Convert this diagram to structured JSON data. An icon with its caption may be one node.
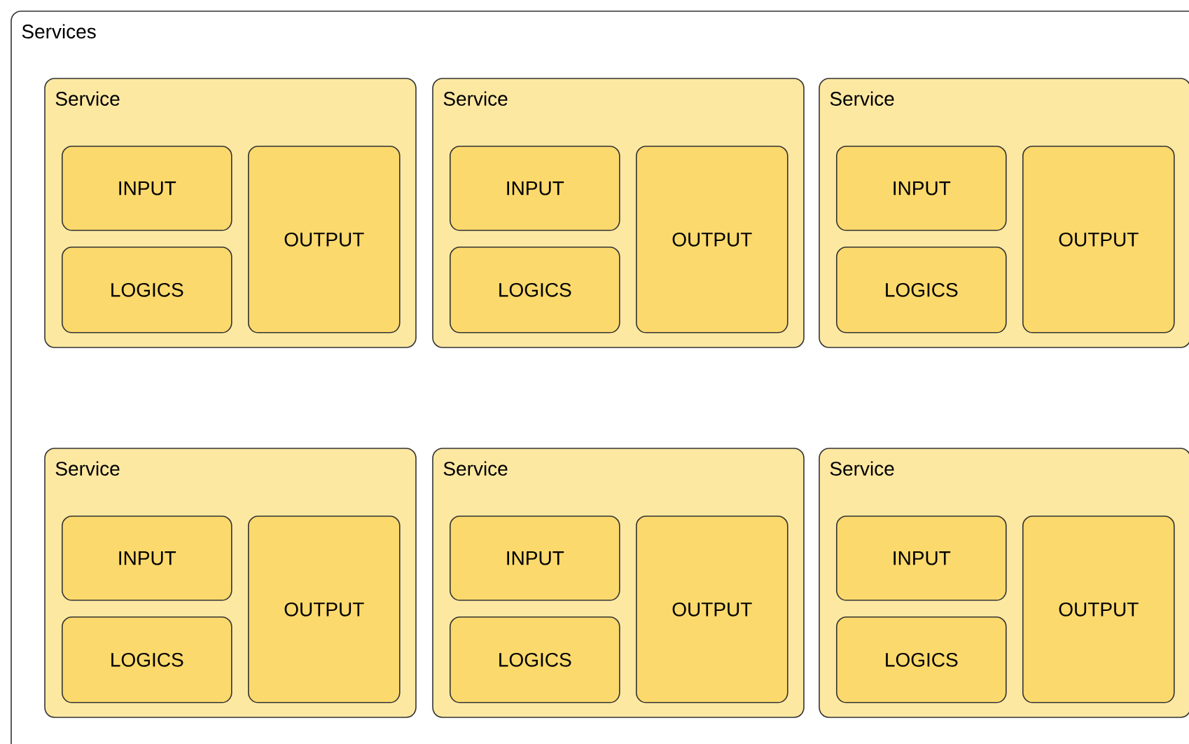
{
  "diagram": {
    "nodes": [
      {
        "text": [
          "Services"
        ]
      },
      {
        "text": [
          "Service"
        ],
        "in": 0
      },
      {
        "text": [
          "INPUT"
        ],
        "in": 1
      },
      {
        "text": [
          "LOGICS"
        ],
        "in": 1
      },
      {
        "text": [
          "OUTPUT"
        ],
        "in": 1
      },
      {
        "text": [
          "Service"
        ],
        "in": 0
      },
      {
        "text": [
          "INPUT"
        ],
        "in": 5
      },
      {
        "text": [
          "LOGICS"
        ],
        "in": 5
      },
      {
        "text": [
          "OUTPUT"
        ],
        "in": 5
      },
      {
        "text": [
          "Service"
        ],
        "in": 0
      },
      {
        "text": [
          "INPUT"
        ],
        "in": 9
      },
      {
        "text": [
          "LOGICS"
        ],
        "in": 9
      },
      {
        "text": [
          "OUTPUT"
        ],
        "in": 9
      },
      {
        "text": [
          "Service"
        ],
        "in": 0
      },
      {
        "text": [
          "INPUT"
        ],
        "in": 13
      },
      {
        "text": [
          "LOGICS"
        ],
        "in": 13
      },
      {
        "text": [
          "OUTPUT"
        ],
        "in": 13
      },
      {
        "text": [
          "Service"
        ],
        "in": 0
      },
      {
        "text": [
          "INPUT"
        ],
        "in": 17
      },
      {
        "text": [
          "LOGICS"
        ],
        "in": 17
      },
      {
        "text": [
          "OUTPUT"
        ],
        "in": 17
      },
      {
        "text": [
          "Service"
        ],
        "in": 0
      },
      {
        "text": [
          "INPUT"
        ],
        "in": 21
      },
      {
        "text": [
          "LOGICS"
        ],
        "in": 21
      },
      {
        "text": [
          "OUTPUT"
        ],
        "in": 21
      }
    ]
  }
}
